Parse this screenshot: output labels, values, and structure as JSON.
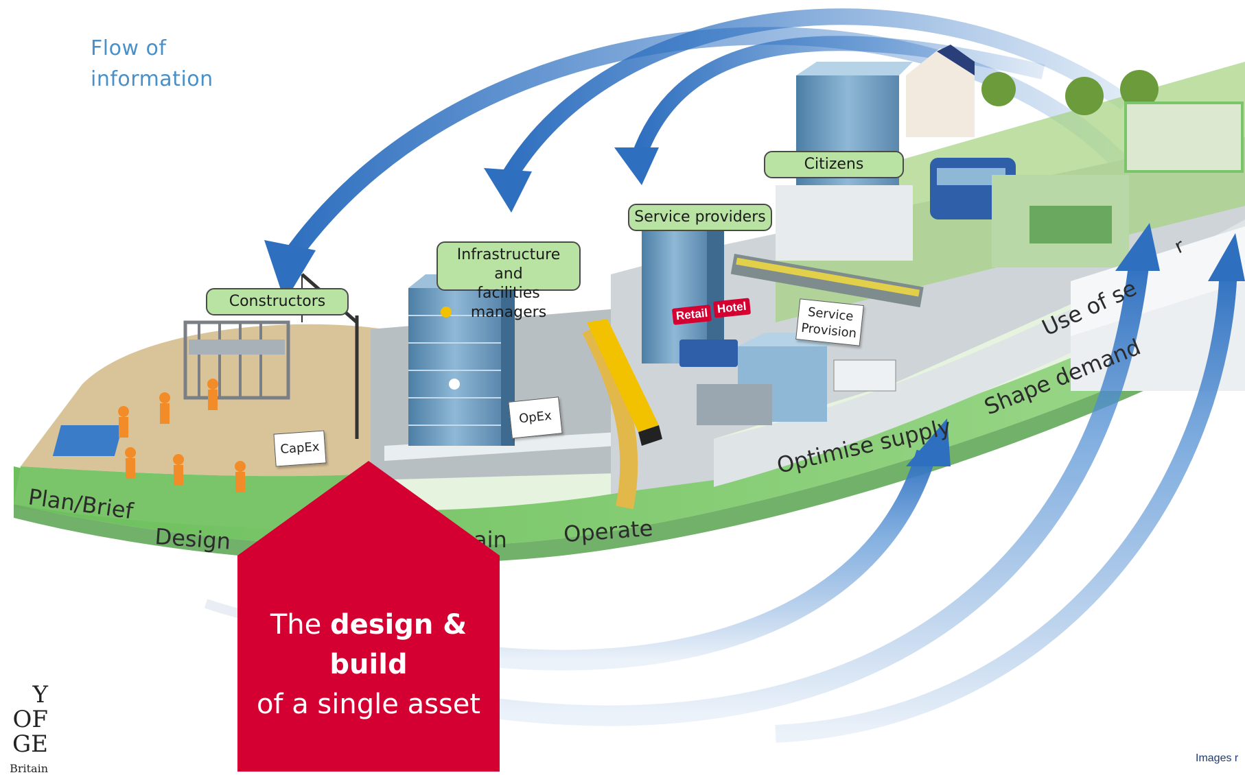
{
  "flow": {
    "line1": "Flow of",
    "line2": "information"
  },
  "stakeholders": {
    "constructors": "Constructors",
    "infra_line1": "Infrastructure and",
    "infra_line2": "facilities managers",
    "service_providers": "Service providers",
    "citizens": "Citizens"
  },
  "cards": {
    "capex": "CapEx",
    "opex": "OpEx",
    "service_line1": "Service",
    "service_line2": "Provision"
  },
  "signs": {
    "retail": "Retail",
    "hotel": "Hotel"
  },
  "stages": {
    "plan": "Plan/Brief",
    "design": "Design",
    "maintain": "ain",
    "operate": "Operate",
    "optimise": "Optimise supply",
    "shape": "Shape demand",
    "use": "Use of se",
    "use_tail": "r"
  },
  "callout": {
    "prefix": "The ",
    "bold": "design & build",
    "line2": "of a single asset",
    "color": "#d50032"
  },
  "logo": {
    "line1": "Y OF",
    "line2": "GE",
    "line3": "Britain"
  },
  "credit": "Images r",
  "colors": {
    "arrow": "#3a7cc8",
    "ring": "#7ac46a",
    "ring_dark": "#4f9e44",
    "label_bg": "#b9e3a3"
  }
}
